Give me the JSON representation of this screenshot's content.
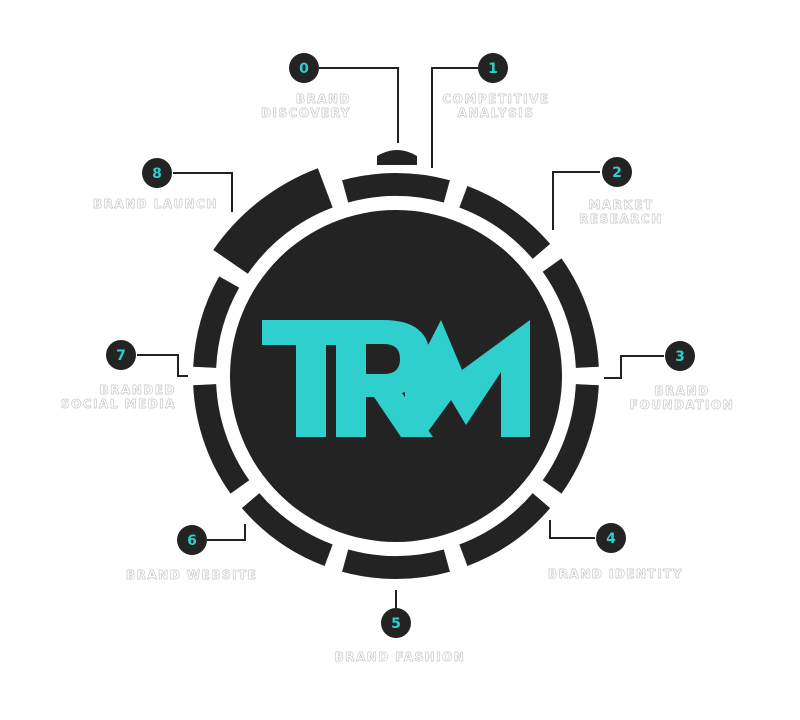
{
  "logo": {
    "text": "TRM"
  },
  "colors": {
    "ring": "#232323",
    "accent": "#2ecfcc",
    "badge": "#232323",
    "connector": "#222222"
  },
  "steps": [
    {
      "number": "0",
      "lines": [
        "BRAND",
        "DISCOVERY"
      ]
    },
    {
      "number": "1",
      "lines": [
        "COMPETITIVE",
        "ANALYSIS"
      ]
    },
    {
      "number": "2",
      "lines": [
        "MARKET",
        "RESEARCH"
      ]
    },
    {
      "number": "3",
      "lines": [
        "BRAND",
        "FOUNDATION"
      ]
    },
    {
      "number": "4",
      "lines": [
        "BRAND IDENTITY"
      ]
    },
    {
      "number": "5",
      "lines": [
        "BRAND FASHION"
      ]
    },
    {
      "number": "6",
      "lines": [
        "BRAND WEBSITE"
      ]
    },
    {
      "number": "7",
      "lines": [
        "BRANDED",
        "SOCIAL MEDIA"
      ]
    },
    {
      "number": "8",
      "lines": [
        "BRAND LAUNCH"
      ]
    }
  ]
}
